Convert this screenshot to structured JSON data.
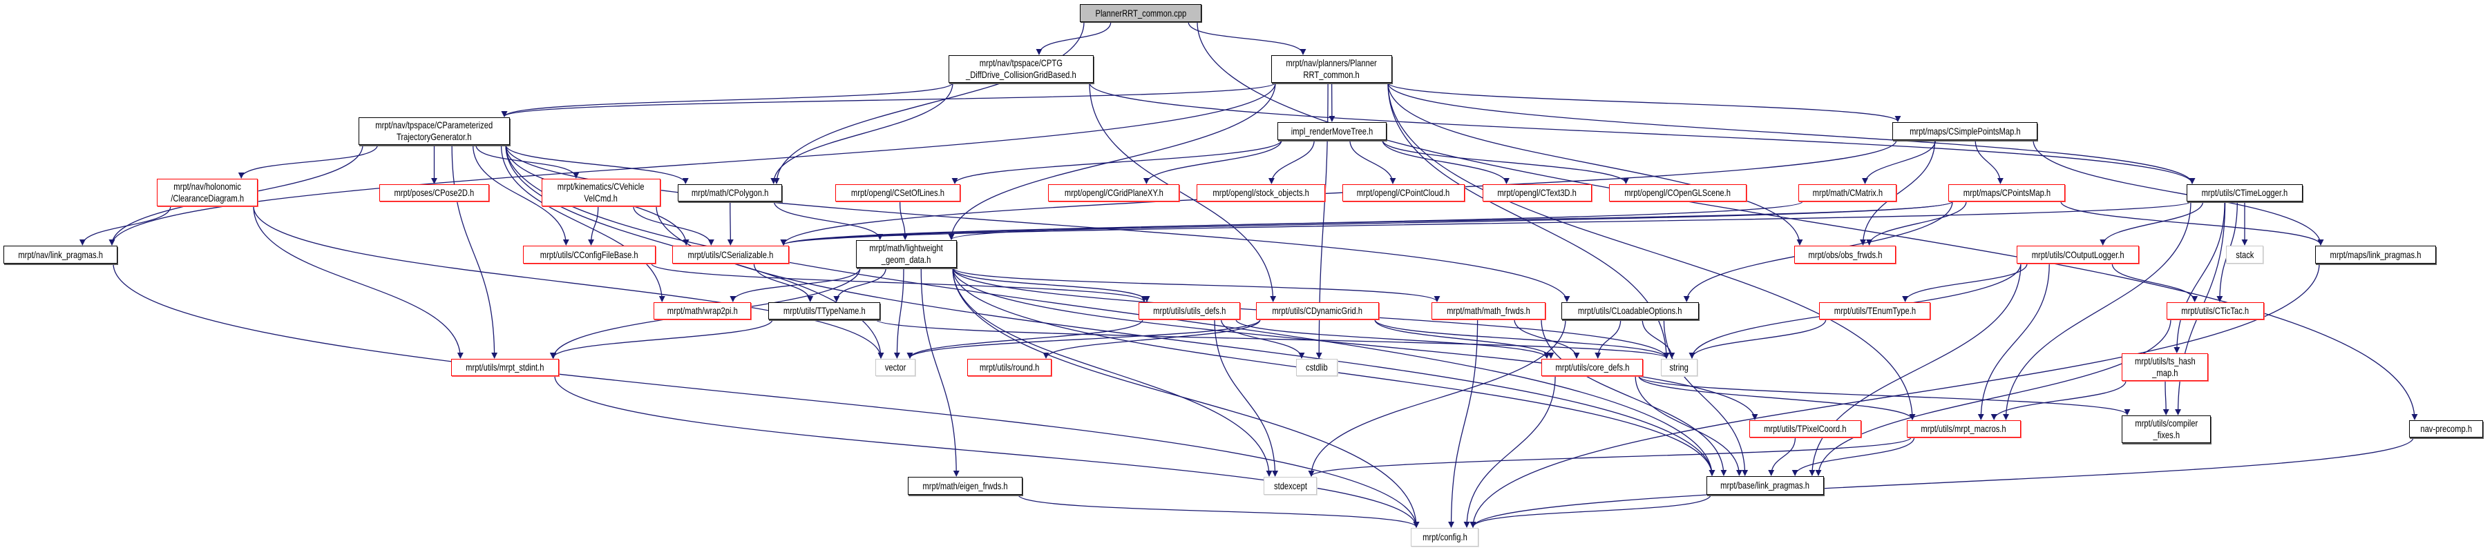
{
  "title": "PlannerRRT_common.cpp",
  "colors": {
    "edge": "#191970",
    "documented_border": "#000000",
    "truncated_border": "#ff0000",
    "external_border": "#c8c8c8",
    "root_fill": "#bfbfbf"
  },
  "nodes": {
    "cpp": {
      "label": "PlannerRRT_common.cpp",
      "kind": "root"
    },
    "cptg_dd": {
      "label": "mrpt/nav/tpspace/CPTG\n_DiffDrive_CollisionGridBased.h",
      "kind": "black"
    },
    "rrt_h": {
      "label": "mrpt/nav/planners/Planner\nRRT_common.h",
      "kind": "black"
    },
    "tpg": {
      "label": "mrpt/nav/tpspace/CParameterized\nTrajectoryGenerator.h",
      "kind": "black"
    },
    "impl_rmt": {
      "label": "impl_renderMoveTree.h",
      "kind": "black"
    },
    "csimplepm": {
      "label": "mrpt/maps/CSimplePointsMap.h",
      "kind": "black"
    },
    "clearance": {
      "label": "mrpt/nav/holonomic\n/ClearanceDiagram.h",
      "kind": "red"
    },
    "cpose2d": {
      "label": "mrpt/poses/CPose2D.h",
      "kind": "red"
    },
    "cvehicle": {
      "label": "mrpt/kinematics/CVehicle\nVelCmd.h",
      "kind": "red"
    },
    "cpolygon": {
      "label": "mrpt/math/CPolygon.h",
      "kind": "black"
    },
    "csetoflines": {
      "label": "mrpt/opengl/CSetOfLines.h",
      "kind": "red"
    },
    "cgridplane": {
      "label": "mrpt/opengl/CGridPlaneXY.h",
      "kind": "red"
    },
    "stockobj": {
      "label": "mrpt/opengl/stock_objects.h",
      "kind": "red"
    },
    "cpointcloud": {
      "label": "mrpt/opengl/CPointCloud.h",
      "kind": "red"
    },
    "ctext3d": {
      "label": "mrpt/opengl/CText3D.h",
      "kind": "red"
    },
    "copenglscene": {
      "label": "mrpt/opengl/COpenGLScene.h",
      "kind": "red"
    },
    "cmatrix": {
      "label": "mrpt/math/CMatrix.h",
      "kind": "red"
    },
    "cpointsmap": {
      "label": "mrpt/maps/CPointsMap.h",
      "kind": "red"
    },
    "ctimelogger": {
      "label": "mrpt/utils/CTimeLogger.h",
      "kind": "black"
    },
    "nav_lp": {
      "label": "mrpt/nav/link_pragmas.h",
      "kind": "black"
    },
    "cconfig": {
      "label": "mrpt/utils/CConfigFileBase.h",
      "kind": "red"
    },
    "cserial": {
      "label": "mrpt/utils/CSerializable.h",
      "kind": "red"
    },
    "lwgeom": {
      "label": "mrpt/math/lightweight\n_geom_data.h",
      "kind": "black"
    },
    "obsfrwds": {
      "label": "mrpt/obs/obs_frwds.h",
      "kind": "red"
    },
    "coutlog": {
      "label": "mrpt/utils/COutputLogger.h",
      "kind": "red"
    },
    "stack": {
      "label": "stack",
      "kind": "gray"
    },
    "maps_lp": {
      "label": "mrpt/maps/link_pragmas.h",
      "kind": "black"
    },
    "wrap2pi": {
      "label": "mrpt/math/wrap2pi.h",
      "kind": "red"
    },
    "ttypename": {
      "label": "mrpt/utils/TTypeName.h",
      "kind": "black"
    },
    "utilsdefs": {
      "label": "mrpt/utils/utils_defs.h",
      "kind": "red"
    },
    "cdyngrid": {
      "label": "mrpt/utils/CDynamicGrid.h",
      "kind": "red"
    },
    "mathfrwds": {
      "label": "mrpt/math/math_frwds.h",
      "kind": "red"
    },
    "cloadable": {
      "label": "mrpt/utils/CLoadableOptions.h",
      "kind": "black"
    },
    "tenum": {
      "label": "mrpt/utils/TEnumType.h",
      "kind": "red"
    },
    "ctictac": {
      "label": "mrpt/utils/CTicTac.h",
      "kind": "red"
    },
    "stdint": {
      "label": "mrpt/utils/mrpt_stdint.h",
      "kind": "red"
    },
    "vector": {
      "label": "vector",
      "kind": "gray"
    },
    "round": {
      "label": "mrpt/utils/round.h",
      "kind": "red"
    },
    "cstdlib": {
      "label": "cstdlib",
      "kind": "gray"
    },
    "coredefs": {
      "label": "mrpt/utils/core_defs.h",
      "kind": "red"
    },
    "string": {
      "label": "string",
      "kind": "gray"
    },
    "tshash": {
      "label": "mrpt/utils/ts_hash\n_map.h",
      "kind": "red"
    },
    "tpixel": {
      "label": "mrpt/utils/TPixelCoord.h",
      "kind": "red"
    },
    "macros": {
      "label": "mrpt/utils/mrpt_macros.h",
      "kind": "red"
    },
    "compfix": {
      "label": "mrpt/utils/compiler\n_fixes.h",
      "kind": "black"
    },
    "navprecomp": {
      "label": "nav-precomp.h",
      "kind": "black"
    },
    "eigenfrwds": {
      "label": "mrpt/math/eigen_frwds.h",
      "kind": "black"
    },
    "stdexcept": {
      "label": "stdexcept",
      "kind": "gray"
    },
    "base_lp": {
      "label": "mrpt/base/link_pragmas.h",
      "kind": "black"
    },
    "config": {
      "label": "mrpt/config.h",
      "kind": "gray"
    }
  },
  "edges": [
    [
      "cpp",
      "cptg_dd"
    ],
    [
      "cpp",
      "rrt_h"
    ],
    [
      "cpp",
      "cpolygon"
    ],
    [
      "cpp",
      "navprecomp"
    ],
    [
      "cptg_dd",
      "tpg"
    ],
    [
      "cptg_dd",
      "cpolygon"
    ],
    [
      "cptg_dd",
      "cdyngrid"
    ],
    [
      "cptg_dd",
      "ctimelogger"
    ],
    [
      "rrt_h",
      "tpg"
    ],
    [
      "rrt_h",
      "impl_rmt"
    ],
    [
      "rrt_h",
      "csimplepm"
    ],
    [
      "rrt_h",
      "ctimelogger"
    ],
    [
      "rrt_h",
      "nav_lp"
    ],
    [
      "rrt_h",
      "lwgeom"
    ],
    [
      "rrt_h",
      "obsfrwds"
    ],
    [
      "rrt_h",
      "cstdlib"
    ],
    [
      "rrt_h",
      "macros"
    ],
    [
      "rrt_h",
      "string"
    ],
    [
      "tpg",
      "nav_lp"
    ],
    [
      "tpg",
      "clearance"
    ],
    [
      "tpg",
      "cpose2d"
    ],
    [
      "tpg",
      "cvehicle"
    ],
    [
      "tpg",
      "cpolygon"
    ],
    [
      "tpg",
      "cconfig"
    ],
    [
      "tpg",
      "cserial"
    ],
    [
      "tpg",
      "stdint"
    ],
    [
      "tpg",
      "wrap2pi"
    ],
    [
      "tpg",
      "cloadable"
    ],
    [
      "tpg",
      "vector"
    ],
    [
      "tpg",
      "base_lp"
    ],
    [
      "clearance",
      "nav_lp"
    ],
    [
      "clearance",
      "stdint"
    ],
    [
      "clearance",
      "vector"
    ],
    [
      "cvehicle",
      "cconfig"
    ],
    [
      "cvehicle",
      "cserial"
    ],
    [
      "cvehicle",
      "base_lp"
    ],
    [
      "cpolygon",
      "cserial"
    ],
    [
      "cpolygon",
      "lwgeom"
    ],
    [
      "impl_rmt",
      "csetoflines"
    ],
    [
      "impl_rmt",
      "cgridplane"
    ],
    [
      "impl_rmt",
      "stockobj"
    ],
    [
      "impl_rmt",
      "cpointcloud"
    ],
    [
      "impl_rmt",
      "ctext3d"
    ],
    [
      "impl_rmt",
      "copenglscene"
    ],
    [
      "csetoflines",
      "lwgeom"
    ],
    [
      "csimplepm",
      "cmatrix"
    ],
    [
      "csimplepm",
      "cpointsmap"
    ],
    [
      "csimplepm",
      "maps_lp"
    ],
    [
      "csimplepm",
      "cserial"
    ],
    [
      "csimplepm",
      "obsfrwds"
    ],
    [
      "cmatrix",
      "cserial"
    ],
    [
      "cpointsmap",
      "cserial"
    ],
    [
      "cpointsmap",
      "lwgeom"
    ],
    [
      "cpointsmap",
      "obsfrwds"
    ],
    [
      "cpointsmap",
      "cloadable"
    ],
    [
      "cpointsmap",
      "maps_lp"
    ],
    [
      "ctimelogger",
      "coutlog"
    ],
    [
      "ctimelogger",
      "stack"
    ],
    [
      "ctimelogger",
      "ctictac"
    ],
    [
      "ctimelogger",
      "tshash"
    ],
    [
      "ctimelogger",
      "compfix"
    ],
    [
      "ctimelogger",
      "macros"
    ],
    [
      "ctimelogger",
      "cserial"
    ],
    [
      "coutlog",
      "tenum"
    ],
    [
      "coutlog",
      "ctictac"
    ],
    [
      "coutlog",
      "macros"
    ],
    [
      "coutlog",
      "string"
    ],
    [
      "coutlog",
      "base_lp"
    ],
    [
      "cserial",
      "ttypename"
    ],
    [
      "cconfig",
      "utilsdefs"
    ],
    [
      "lwgeom",
      "ttypename"
    ],
    [
      "lwgeom",
      "vector"
    ],
    [
      "lwgeom",
      "eigenfrwds"
    ],
    [
      "lwgeom",
      "utilsdefs"
    ],
    [
      "lwgeom",
      "mathfrwds"
    ],
    [
      "lwgeom",
      "tpixel"
    ],
    [
      "lwgeom",
      "stdexcept"
    ],
    [
      "lwgeom",
      "config"
    ],
    [
      "lwgeom",
      "wrap2pi"
    ],
    [
      "lwgeom",
      "stdint"
    ],
    [
      "lwgeom",
      "string"
    ],
    [
      "lwgeom",
      "base_lp"
    ],
    [
      "ttypename",
      "stdint"
    ],
    [
      "ttypename",
      "string"
    ],
    [
      "utilsdefs",
      "vector"
    ],
    [
      "utilsdefs",
      "cstdlib"
    ],
    [
      "utilsdefs",
      "stdexcept"
    ],
    [
      "utilsdefs",
      "coredefs"
    ],
    [
      "cdyngrid",
      "vector"
    ],
    [
      "cdyngrid",
      "round"
    ],
    [
      "cdyngrid",
      "coredefs"
    ],
    [
      "cdyngrid",
      "string"
    ],
    [
      "mathfrwds",
      "config"
    ],
    [
      "mathfrwds",
      "coredefs"
    ],
    [
      "mathfrwds",
      "base_lp"
    ],
    [
      "cloadable",
      "coredefs"
    ],
    [
      "cloadable",
      "stdexcept"
    ],
    [
      "cloadable",
      "string"
    ],
    [
      "cloadable",
      "base_lp"
    ],
    [
      "coredefs",
      "config"
    ],
    [
      "coredefs",
      "macros"
    ],
    [
      "coredefs",
      "base_lp"
    ],
    [
      "coredefs",
      "compfix"
    ],
    [
      "tenum",
      "string"
    ],
    [
      "tshash",
      "macros"
    ],
    [
      "tshash",
      "compfix"
    ],
    [
      "ctictac",
      "base_lp"
    ],
    [
      "macros",
      "base_lp"
    ],
    [
      "macros",
      "stdexcept"
    ],
    [
      "tpixel",
      "base_lp"
    ],
    [
      "base_lp",
      "config"
    ],
    [
      "eigenfrwds",
      "config"
    ],
    [
      "stdint",
      "config"
    ],
    [
      "nav_lp",
      "config"
    ],
    [
      "maps_lp",
      "config"
    ],
    [
      "navprecomp",
      "config"
    ]
  ]
}
